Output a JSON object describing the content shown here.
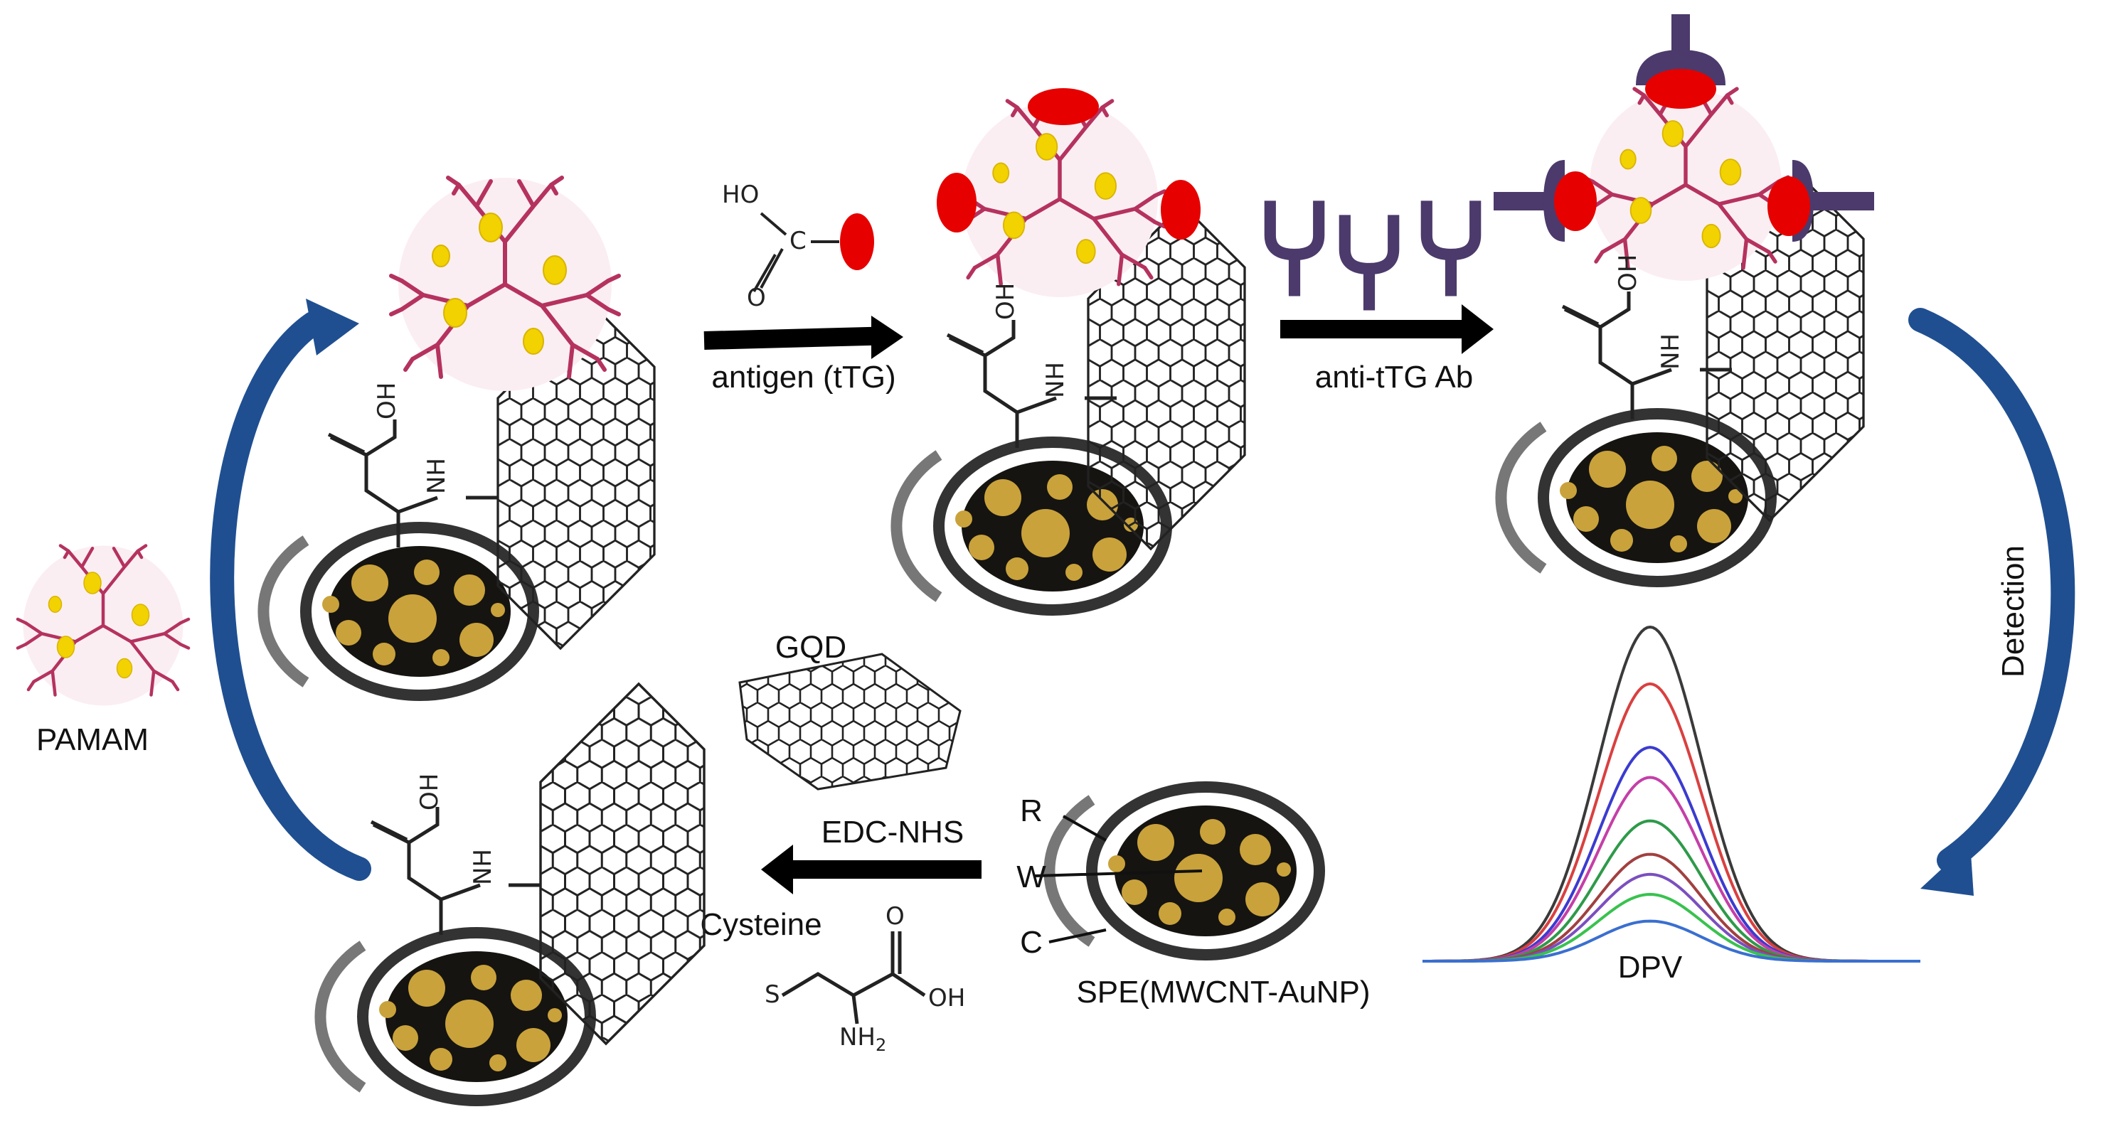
{
  "labels": {
    "pamam": "PAMAM",
    "antigen_step": "antigen (tTG)",
    "antibody_step": "anti-tTG Ab",
    "detection": "Detection",
    "dpv": "DPV",
    "gqd": "GQD",
    "coupling": "EDC-NHS",
    "cysteine": "Cysteine",
    "electrode_name": "SPE(MWCNT-AuNP)",
    "electrode_r": "R",
    "electrode_w": "W",
    "electrode_c": "C"
  },
  "chem": {
    "hydroxyl": "HO",
    "carbon": "C",
    "oxygen": "O",
    "acid": "OH",
    "amine": "NH",
    "thiol": "S",
    "amino": "NH",
    "amino_sub": "2"
  },
  "colors": {
    "cycle_arrow": "#1f4f91",
    "process_arrow": "#000000",
    "antigen": "#e60000",
    "antibody": "#4b3a6b",
    "dendrimer": "#b5325f",
    "gold_np": "#c9a23b",
    "electrode_core": "#161411",
    "electrode_ring": "#333333",
    "reference_arc": "#777777"
  },
  "dpv_curves": [
    {
      "color": "#3a3a3a",
      "peak": 1.0
    },
    {
      "color": "#d94040",
      "peak": 0.83
    },
    {
      "color": "#3b3bd0",
      "peak": 0.64
    },
    {
      "color": "#c43fa8",
      "peak": 0.55
    },
    {
      "color": "#2e9a4a",
      "peak": 0.42
    },
    {
      "color": "#a14040",
      "peak": 0.32
    },
    {
      "color": "#7b4fbf",
      "peak": 0.26
    },
    {
      "color": "#39c24f",
      "peak": 0.2
    },
    {
      "color": "#3a6fd0",
      "peak": 0.12
    }
  ]
}
